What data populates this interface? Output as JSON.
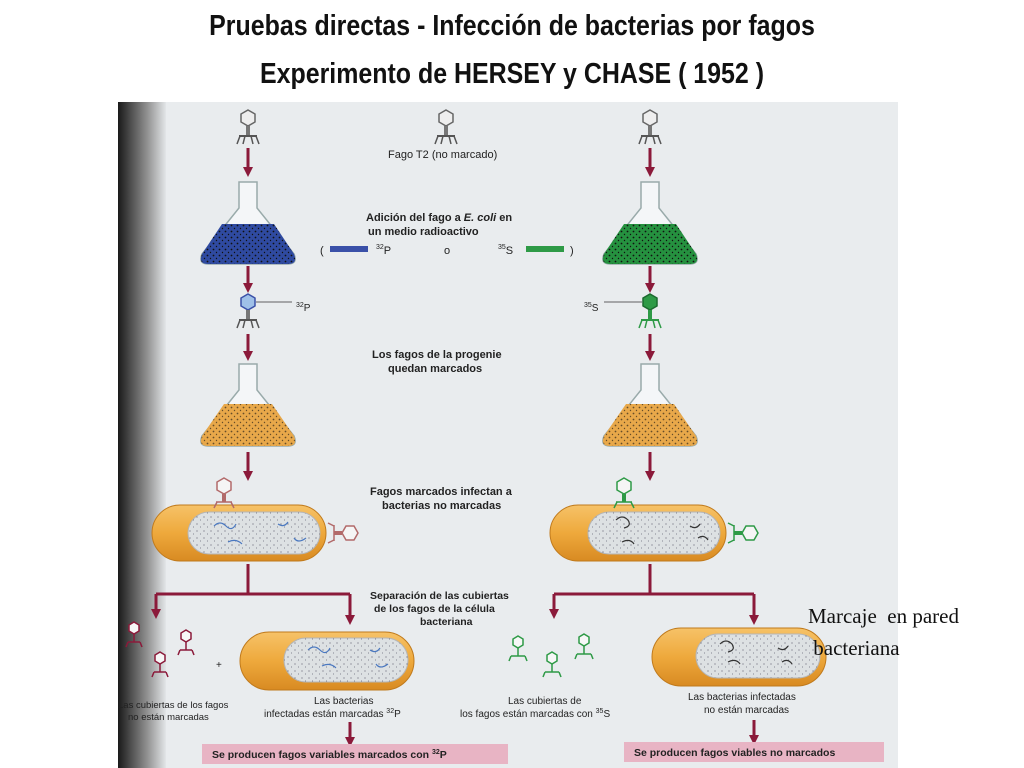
{
  "title": {
    "line1": "Pruebas directas - Infección de bacterias por fagos",
    "line2": "Experimento de HERSEY y CHASE ( 1952 )"
  },
  "figure": {
    "phage_label": "Fago T2 (no marcado)",
    "addition_line1_pre": "Adición del fago a ",
    "addition_line1_em": "E. coli",
    "addition_line1_post": " en",
    "addition_line2": "un medio radioactivo",
    "legend_open": "(",
    "legend_p": "P",
    "legend_p_sup": "32",
    "legend_or": "o",
    "legend_s": "S",
    "legend_s_sup": "35",
    "legend_close": ")",
    "label_32p": "P",
    "label_32p_sup": "32",
    "label_35s": "S",
    "label_35s_sup": "35",
    "progeny_line1": "Los fagos de la progenie",
    "progeny_line2": "quedan marcados",
    "infect_line1": "Fagos marcados infectan a",
    "infect_line2": "bacterias no marcadas",
    "separation_line1": "Separación de las cubiertas",
    "separation_line2": "de los fagos de la célula",
    "separation_line3": "bacteriana",
    "left_coats_line1": "Las cubiertas de los fagos",
    "left_coats_line2": "no están marcadas",
    "left_bact_line1": "Las bacterias",
    "left_bact_line2": "infectadas están marcadas ",
    "left_bact_sup": "32",
    "left_bact_end": "P",
    "right_coats_line1": "Las cubiertas de",
    "right_coats_line2": "los fagos están marcadas con ",
    "right_coats_sup": "35",
    "right_coats_end": "S",
    "right_bact_line1": "Las bacterias infectadas",
    "right_bact_line2": "no están marcadas",
    "result_left": "Se producen fagos variables marcados con ",
    "result_left_sup": "32",
    "result_left_end": "P",
    "result_right": "Se producen fagos viables no marcados",
    "plus_sign": "+"
  },
  "side_note": "Marcaje  en pared\n bacteriana",
  "colors": {
    "arrow": "#8b1a3a",
    "p32_blue": "#3a50a8",
    "s35_green": "#2e9a46",
    "flask_blue": "#2f4aa0",
    "flask_green": "#25913f",
    "medium_orange": "#e8a84a",
    "bacteria_orange": "#eea93c",
    "result_box": "#e8b4c4"
  }
}
